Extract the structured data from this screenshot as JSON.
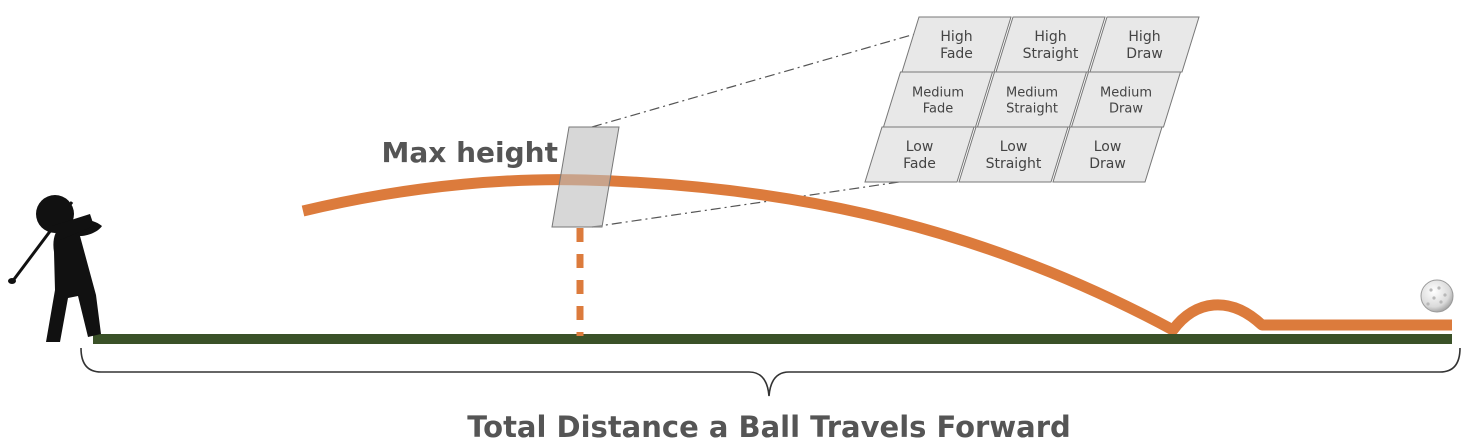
{
  "labels": {
    "max_height": "Max height",
    "total_distance": "Total Distance a Ball Travels Forward"
  },
  "grid": {
    "rows": [
      [
        "High\nFade",
        "High\nStraight",
        "High\nDraw"
      ],
      [
        "Medium\nFade",
        "Medium\nStraight",
        "Medium\nDraw"
      ],
      [
        "Low\nFade",
        "Low\nStraight",
        "Low\nDraw"
      ]
    ]
  },
  "colors": {
    "trajectory": "#dc7b3c",
    "ground": "#3a5128",
    "cell_fill": "#e8e8e8",
    "cell_stroke": "#777777",
    "label_text": "#555555",
    "silhouette": "#111111"
  },
  "icons": {
    "golfer": "golfer-silhouette-icon",
    "ball": "golf-ball-icon"
  }
}
